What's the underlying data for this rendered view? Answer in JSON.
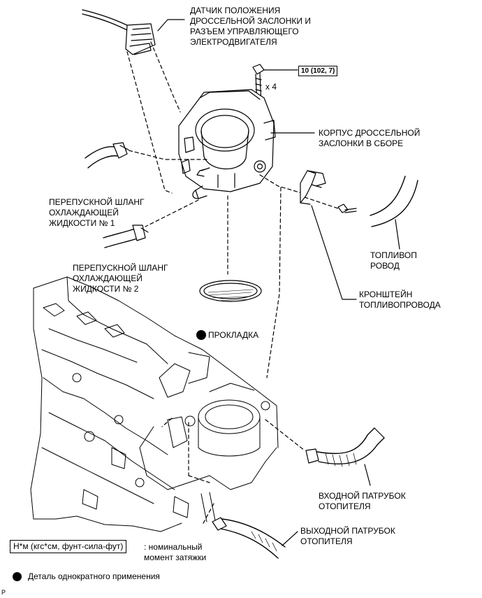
{
  "labels": {
    "tps_connector": [
      "ДАТЧИК ПОЛОЖЕНИЯ",
      "ДРОССЕЛЬНОЙ ЗАСЛОНКИ И",
      "РАЗЪЕМ УПРАВЛЯЮЩЕГО",
      "ЭЛЕКТРОДВИГАТЕЛЯ"
    ],
    "throttle_body": [
      "КОРПУС ДРОССЕЛЬНОЙ",
      "ЗАСЛОНКИ В СБОРЕ"
    ],
    "bypass_hose_1": [
      "ПЕРЕПУСКНОЙ ШЛАНГ",
      "ОХЛАЖДАЮЩЕЙ",
      "ЖИДКОСТИ № 1"
    ],
    "bypass_hose_2": [
      "ПЕРЕПУСКНОЙ ШЛАНГ",
      "ОХЛАЖДАЮЩЕЙ",
      "ЖИДКОСТИ № 2"
    ],
    "fuel_pipe": [
      "ТОПЛИВОП",
      "РОВОД"
    ],
    "fuel_pipe_bracket": [
      "КРОНШТЕЙН",
      "ТОПЛИВОПРОВОДА"
    ],
    "gasket": "ПРОКЛАДКА",
    "heater_inlet": [
      "ВХОДНОЙ ПАТРУБОК",
      "ОТОПИТЕЛЯ"
    ],
    "heater_outlet": [
      "ВЫХОДНОЙ ПАТРУБОК",
      "ОТОПИТЕЛЯ"
    ]
  },
  "torque_spec": "10 (102, 7)",
  "bolt_count": "x 4",
  "legend": {
    "torque_unit": "Н*м (кгс*см, фунт-сила-фут)",
    "torque_desc": [
      ": номинальный",
      "момент затяжки"
    ],
    "non_reusable": "Деталь однократного применения"
  },
  "corner_code": "P"
}
